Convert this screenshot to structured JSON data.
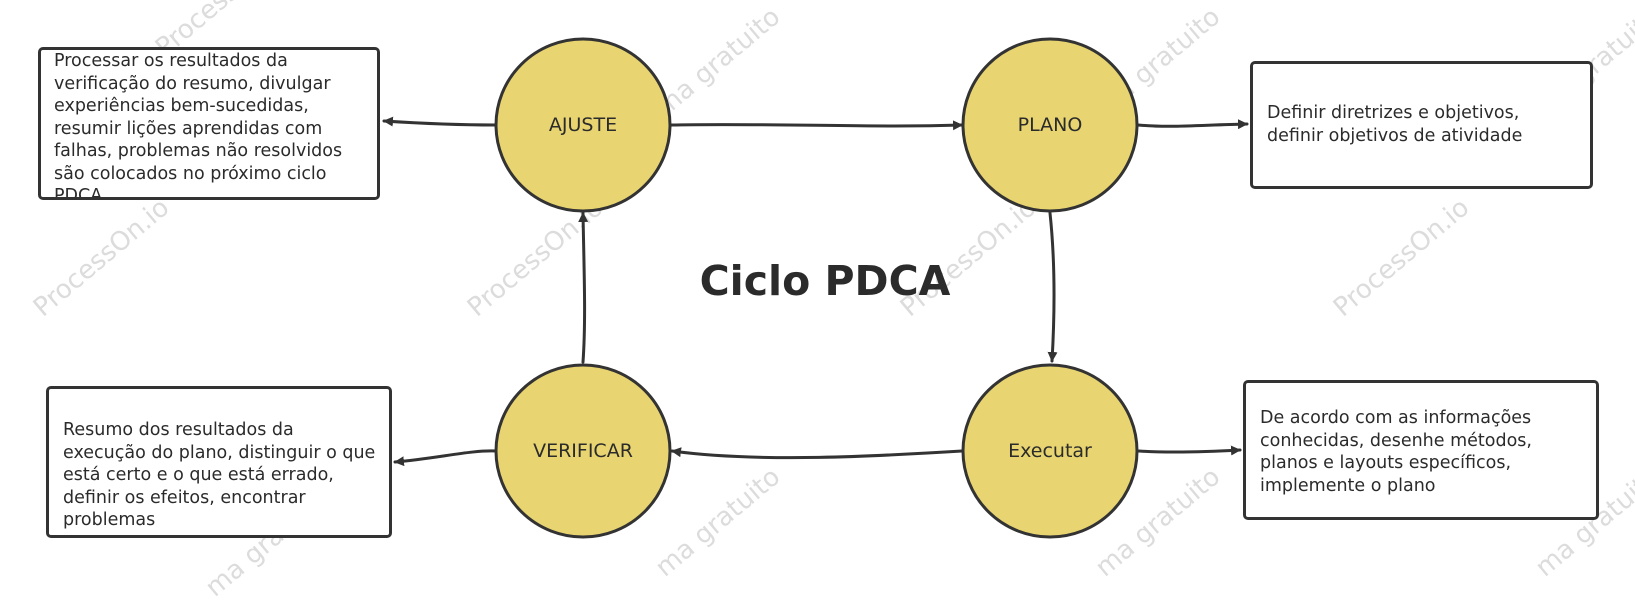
{
  "title": "Ciclo PDCA",
  "watermark": "ProcessOn.io",
  "watermark_alt": "ma gratuito",
  "nodes": {
    "ajuste": "AJUSTE",
    "plano": "PLANO",
    "executar": "Executar",
    "verificar": "VERIFICAR"
  },
  "notes": {
    "ajuste": "Processar os resultados da verificação do resumo, divulgar experiências bem-sucedidas, resumir lições aprendidas com falhas, problemas não resolvidos são colocados no próximo ciclo PDCA",
    "plano": "Definir diretrizes e objetivos, definir objetivos de atividade",
    "executar": "De acordo com as informações conhecidas, desenhe métodos, planos e layouts específicos, implemente o plano",
    "verificar": "Resumo dos resultados da execução do plano, distinguir o que está certo e o que está errado, definir os efeitos, encontrar problemas"
  },
  "colors": {
    "circle_fill": "#e8d571",
    "stroke": "#333333",
    "watermark": "#dcdcdc"
  }
}
